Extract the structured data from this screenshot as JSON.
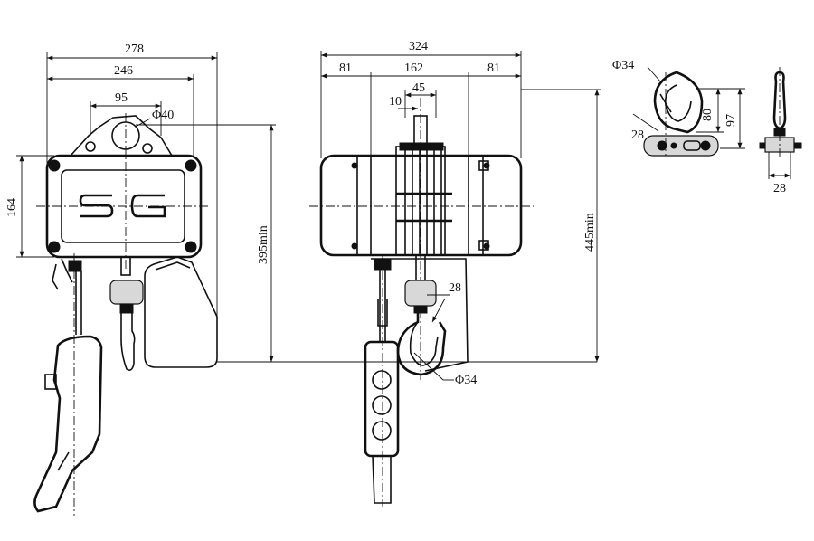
{
  "left_view": {
    "width_overall": "278",
    "width_body": "246",
    "bracket_width": "95",
    "hole_dia": "Φ40",
    "body_height": "164",
    "logo": "SG",
    "min_height": "395min"
  },
  "center_view": {
    "width_overall": "324",
    "seg_left": "81",
    "seg_mid": "162",
    "seg_right": "81",
    "shaft_width": "45",
    "shaft_small": "10",
    "hook_throat": "28",
    "hook_dia": "Φ34",
    "min_height": "445min"
  },
  "hook_detail": {
    "dia": "Φ34",
    "throat": "28",
    "inner_height": "80",
    "outer_height": "97"
  },
  "side_detail": {
    "width": "28"
  }
}
